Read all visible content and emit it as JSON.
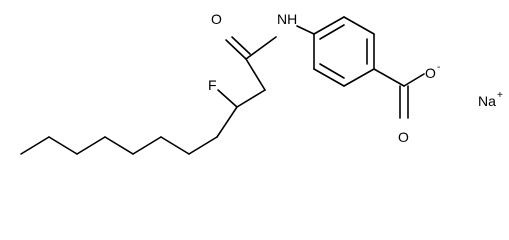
{
  "structure": {
    "atoms": {
      "oxygen_amide": "O",
      "nitrogen_amide": "NH",
      "fluorine": "F",
      "oxygen_carboxyl_double": "O",
      "oxygen_carboxyl_single": "O",
      "sodium": "Na"
    },
    "charges": {
      "carboxylate": "-",
      "sodium": "+"
    }
  }
}
